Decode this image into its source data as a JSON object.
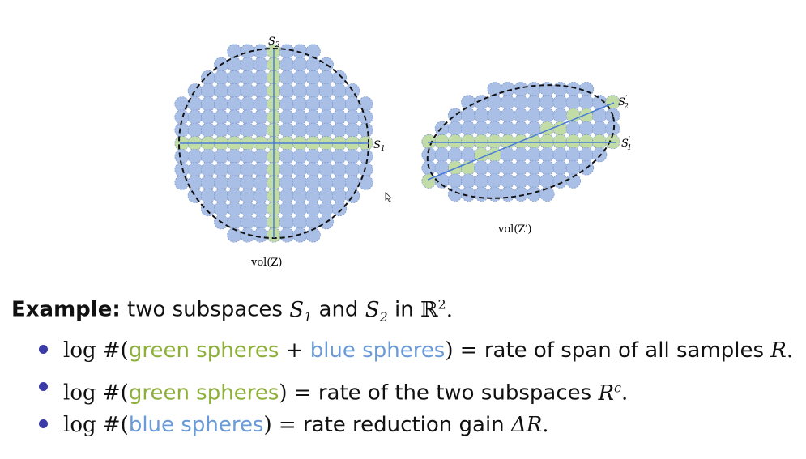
{
  "figure": {
    "left": {
      "label_s2_base": "S",
      "label_s2_sub": "2",
      "label_s1_base": "S",
      "label_s1_sub": "1",
      "caption": "vol(Z)"
    },
    "right": {
      "label_s2p": "S",
      "label_s2p_mark": "′",
      "label_s2p_sub": "2",
      "label_s1p": "S",
      "label_s1p_mark": "′",
      "label_s1p_sub": "1",
      "caption": "vol(Z′)"
    },
    "colors": {
      "sphere_blue": "#a9bfe6",
      "sphere_blue_edge": "#7b95c9",
      "sphere_green": "#c2dca8",
      "line": "#4a7cd6",
      "boundary": "#111111"
    }
  },
  "example": {
    "heading": "Example:",
    "text_a": "two subspaces",
    "s1": "S",
    "s1_sub": "1",
    "and": "and",
    "s2": "S",
    "s2_sub": "2",
    "in": "in",
    "space": "ℝ",
    "space_sup": "2",
    "period": "."
  },
  "bullets": [
    {
      "log": "log",
      "hash": "#(",
      "green": "green spheres",
      "plus": " + ",
      "blue": "blue spheres",
      "close": ")",
      "eq": " = ",
      "rest": "rate of span of all samples",
      "symbol": "R",
      "symbol_sup": "",
      "tail": "."
    },
    {
      "log": "log",
      "hash": "#(",
      "green": "green spheres",
      "close": ")",
      "eq": " = ",
      "rest": "rate of the two subspaces",
      "symbol": "R",
      "symbol_sup": "c",
      "tail": "."
    },
    {
      "log": "log",
      "hash": "#(",
      "blue": "blue spheres",
      "close": ")",
      "eq": " = ",
      "rest": "rate reduction gain",
      "symbol": "ΔR",
      "symbol_sup": "",
      "tail": "."
    }
  ]
}
